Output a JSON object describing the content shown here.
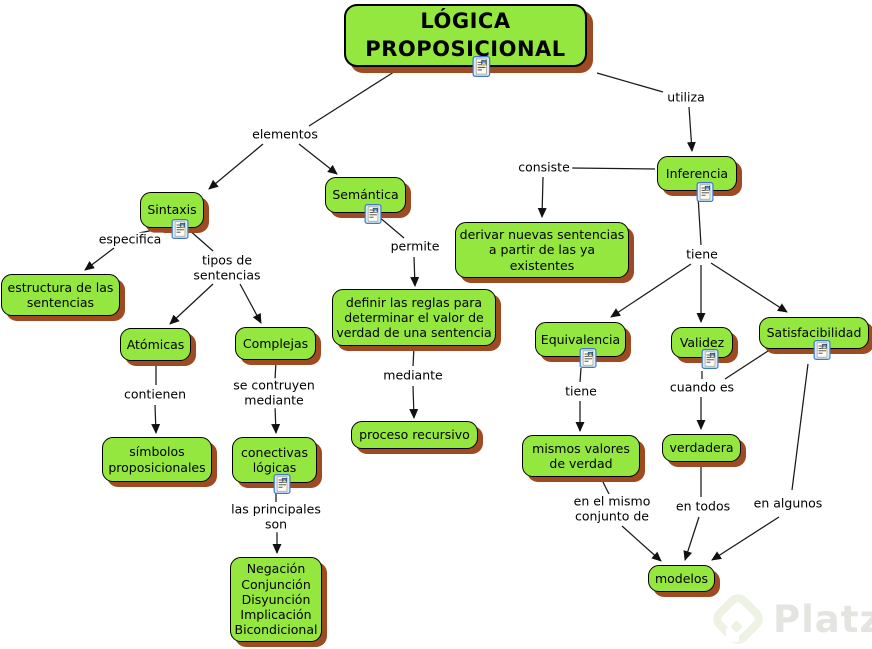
{
  "diagram": {
    "type": "concept-map",
    "topic": "LÓGICA PROPOSICIONAL"
  },
  "colors": {
    "node_fill": "#94e73e",
    "node_border": "#000000",
    "node_shadow": "#9e4a23",
    "connector": "#1a1a1a",
    "background": "#ffffff",
    "resource_icon_frame": "#3f78c8",
    "watermark": "#e4e4e1"
  },
  "icons": {
    "resource_icon": "document-resource-icon",
    "watermark_icon": "platzi-logo-icon"
  },
  "nodes": {
    "titulo": {
      "label": "LÓGICA\nPROPOSICIONAL"
    },
    "sintaxis": {
      "label": "Sintaxis"
    },
    "semantica": {
      "label": "Semántica"
    },
    "inferencia": {
      "label": "Inferencia"
    },
    "estructura": {
      "label": "estructura de las\nsentencias"
    },
    "atomicas": {
      "label": "Atómicas"
    },
    "complejas": {
      "label": "Complejas"
    },
    "derivar": {
      "label": "derivar nuevas sentencias\na partir de las ya\nexistentes"
    },
    "definir": {
      "label": "definir las reglas para\ndeterminar el valor de\nverdad de una sentencia"
    },
    "equivalencia": {
      "label": "Equivalencia"
    },
    "validez": {
      "label": "Validez"
    },
    "satisfacibilidad": {
      "label": "Satisfacibilidad"
    },
    "simbolos": {
      "label": "símbolos\nproposicionales"
    },
    "conectivas": {
      "label": "conectivas\nlógicas"
    },
    "proceso": {
      "label": "proceso recursivo"
    },
    "mismos": {
      "label": "mismos valores\nde verdad"
    },
    "verdadera": {
      "label": "verdadera"
    },
    "modelos": {
      "label": "modelos"
    },
    "lista_conectivas": {
      "label": "Negación\nConjunción\nDisyunción\nImplicación\nBicondicional"
    }
  },
  "link_labels": {
    "elementos": "elementos",
    "utiliza": "utiliza",
    "consiste": "consiste",
    "especifica": "especifica",
    "tipos_de_sentencias": "tipos de\nsentencias",
    "permite": "permite",
    "tiene_inferencia": "tiene",
    "mediante": "mediante",
    "contienen": "contienen",
    "se_construyen_mediante": "se contruyen\nmediante",
    "tiene_equivalencia": "tiene",
    "cuando_es": "cuando es",
    "las_principales_son": "las principales\nson",
    "en_el_mismo_conjunto_de": "en el mismo\nconjunto de",
    "en_todos": "en todos",
    "en_algunos": "en algunos"
  },
  "watermark": {
    "brand": "Platzi"
  }
}
